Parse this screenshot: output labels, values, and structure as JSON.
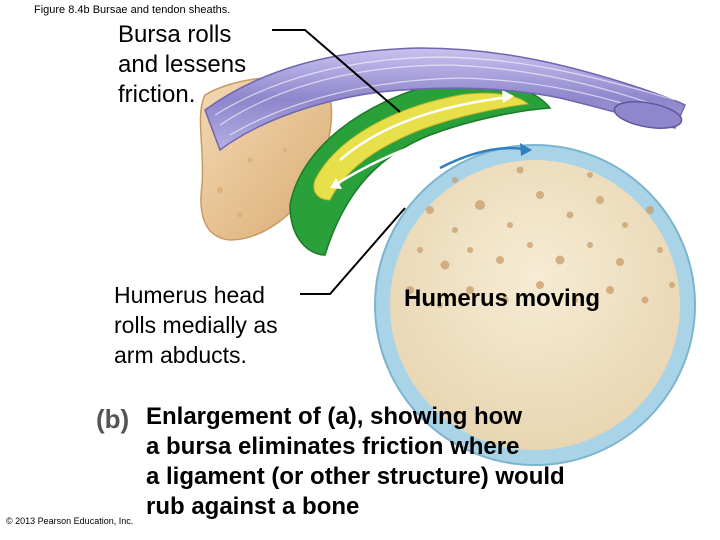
{
  "figure_title": "Figure 8.4b  Bursae and tendon sheaths.",
  "labels": {
    "bursa": "Bursa rolls\nand lessens\nfriction.",
    "humerus_head": "Humerus head\nrolls medially as\narm abducts.",
    "humerus_moving": "Humerus moving"
  },
  "part_letter": "(b)",
  "caption": "Enlargement of (a), showing how\na bursa eliminates friction where\na ligament (or other structure) would\nrub against a bone",
  "copyright": "© 2013 Pearson Education, Inc.",
  "colors": {
    "bone": "#f2e6c9",
    "cartilage": "#a9d3e6",
    "bursa_outer": "#2aa03a",
    "bursa_inner": "#e8e04a",
    "ligament": "#9a8fd0",
    "acromion": "#e9c79a"
  }
}
